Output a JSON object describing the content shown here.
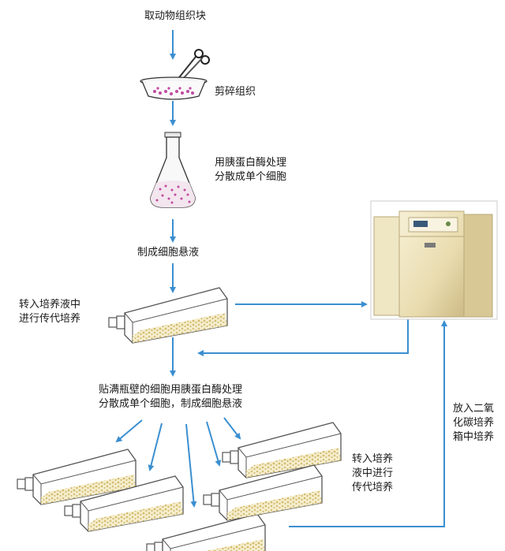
{
  "steps": {
    "step1": "取动物组织块",
    "step2": "剪碎组织",
    "step3_line1": "用胰蛋白酶处理",
    "step3_line2": "分散成单个细胞",
    "step4": "制成细胞悬液",
    "step5_line1": "转入培养液中",
    "step5_line2": "进行传代培养",
    "step6_line1": "贴满瓶壁的细胞用胰蛋白酶处理",
    "step6_line2": "分散成单个细胞，制成细胞悬液",
    "step7_line1": "转入培养",
    "step7_line2": "液中进行",
    "step7_line3": "传代培养",
    "incubator_line1": "放入二氧",
    "incubator_line2": "化碳培养",
    "incubator_line3": "箱中培养"
  },
  "colors": {
    "arrow": "#3b8fd0",
    "flask_outline": "#555555",
    "cells": "#d9c98a",
    "pink_cells": "#c04aa0",
    "incubator": "#efe6c4"
  },
  "icons": [
    "scissors-icon",
    "culture-dish-icon",
    "conical-flask-icon",
    "culture-flask-icon",
    "co2-incubator-icon"
  ]
}
